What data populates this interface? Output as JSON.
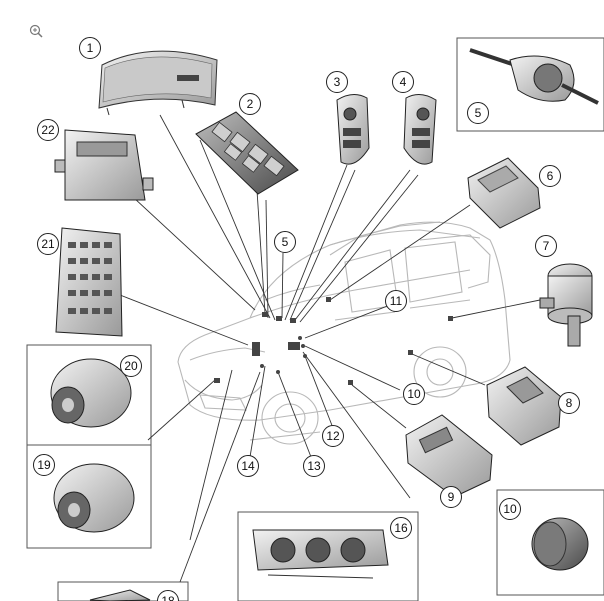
{
  "toolbar": {
    "zoom_icon": "zoom-in-icon"
  },
  "diagram": {
    "subject": "vehicle electrical module locations",
    "callouts": [
      {
        "id": "callout-1",
        "label": "1"
      },
      {
        "id": "callout-2",
        "label": "2"
      },
      {
        "id": "callout-3",
        "label": "3"
      },
      {
        "id": "callout-4",
        "label": "4"
      },
      {
        "id": "callout-5-inset",
        "label": "5"
      },
      {
        "id": "callout-5-car",
        "label": "5"
      },
      {
        "id": "callout-6",
        "label": "6"
      },
      {
        "id": "callout-7",
        "label": "7"
      },
      {
        "id": "callout-8",
        "label": "8"
      },
      {
        "id": "callout-9",
        "label": "9"
      },
      {
        "id": "callout-10-car",
        "label": "10"
      },
      {
        "id": "callout-10-inset",
        "label": "10"
      },
      {
        "id": "callout-11",
        "label": "11"
      },
      {
        "id": "callout-12",
        "label": "12"
      },
      {
        "id": "callout-13",
        "label": "13"
      },
      {
        "id": "callout-14",
        "label": "14"
      },
      {
        "id": "callout-16",
        "label": "16"
      },
      {
        "id": "callout-18",
        "label": "18"
      },
      {
        "id": "callout-19",
        "label": "19"
      },
      {
        "id": "callout-20",
        "label": "20"
      },
      {
        "id": "callout-21",
        "label": "21"
      },
      {
        "id": "callout-22",
        "label": "22"
      }
    ]
  },
  "colors": {
    "line": "#222222",
    "part_fill": "#d9d9d9",
    "part_dark": "#555555",
    "car_stroke": "#b5b5b5"
  }
}
